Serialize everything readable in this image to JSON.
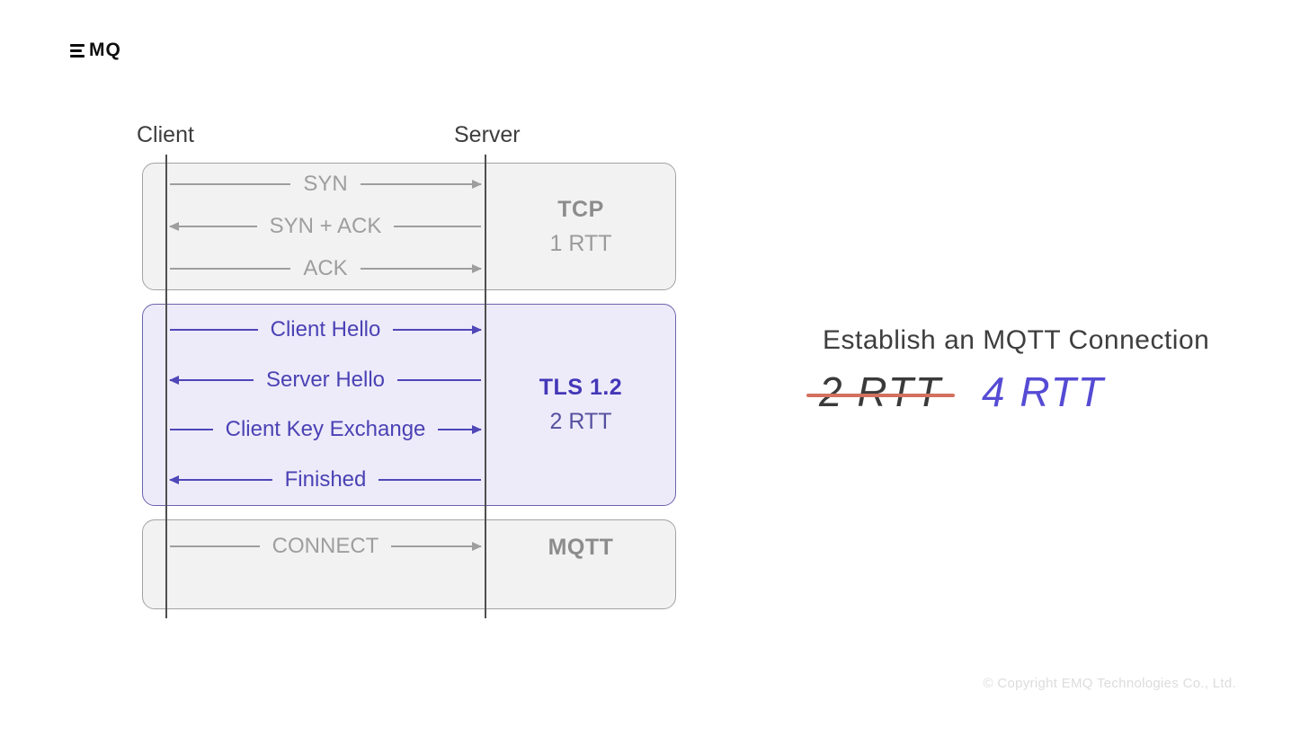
{
  "logo": {
    "brand": "EMQ",
    "logo_text": "MQ"
  },
  "diagram": {
    "client_label": "Client",
    "server_label": "Server",
    "boxes": [
      {
        "id": "tcp",
        "theme": "gray",
        "title": "TCP",
        "subtitle": "1 RTT",
        "messages": [
          {
            "label": "SYN",
            "direction": "right"
          },
          {
            "label": "SYN + ACK",
            "direction": "left"
          },
          {
            "label": "ACK",
            "direction": "right"
          }
        ]
      },
      {
        "id": "tls",
        "theme": "purple",
        "title": "TLS 1.2",
        "subtitle": "2 RTT",
        "messages": [
          {
            "label": "Client Hello",
            "direction": "right"
          },
          {
            "label": "Server Hello",
            "direction": "left"
          },
          {
            "label": "Client Key Exchange",
            "direction": "right"
          },
          {
            "label": "Finished",
            "direction": "left"
          }
        ]
      },
      {
        "id": "mqtt",
        "theme": "gray",
        "title": "MQTT",
        "subtitle": "",
        "messages": [
          {
            "label": "CONNECT",
            "direction": "right"
          }
        ]
      }
    ]
  },
  "annotation": {
    "heading": "Establish an MQTT Connection",
    "old_value": "2 RTT",
    "new_value": "4 RTT"
  },
  "footer": {
    "copyright": "© Copyright EMQ Technologies Co., Ltd."
  },
  "colors": {
    "accent_purple": "#4f46b8",
    "tls_box_bg": "#edebf9",
    "tls_box_border": "#6a64ab",
    "gray_box_bg": "#f2f2f2",
    "gray_box_border": "#a3a3a3",
    "gray_arrow": "#9e9e9e",
    "lifeline": "#4f4f4f",
    "heading_text": "#3e3e3e",
    "strike_red": "#d2705f",
    "new_value_purple": "#554bd4",
    "copyright_gray": "#dcdcdc"
  }
}
